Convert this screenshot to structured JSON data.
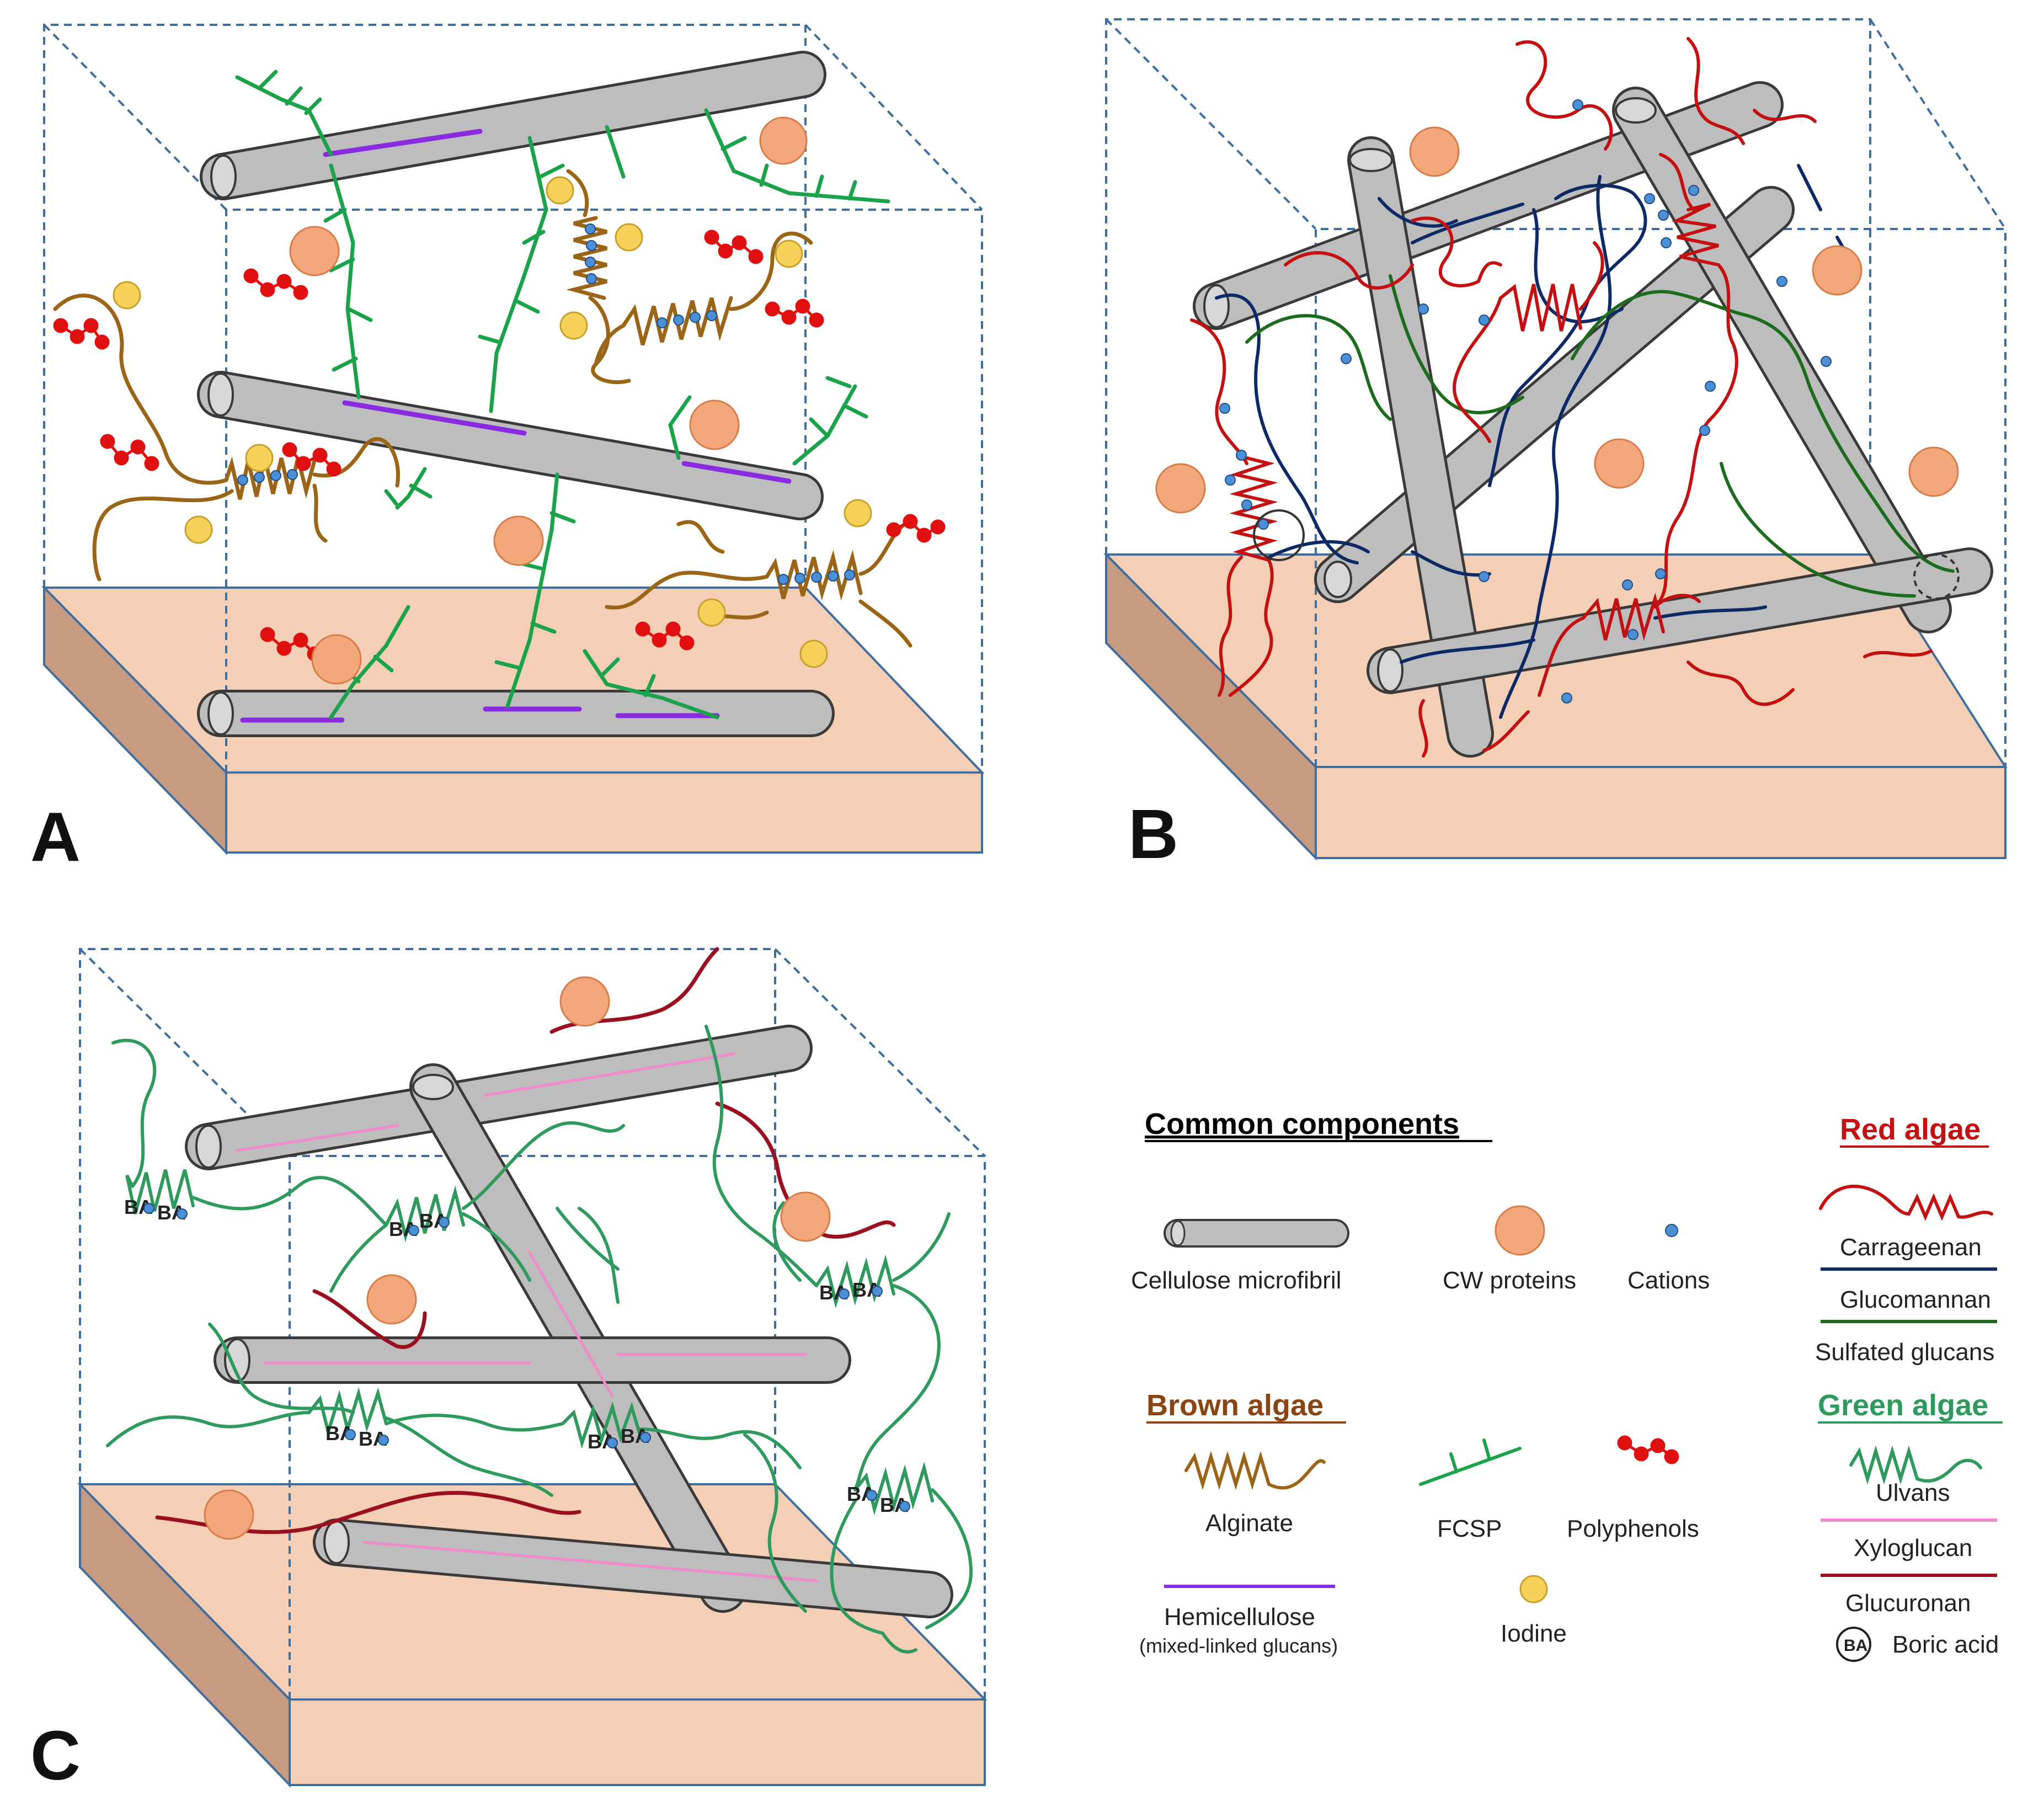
{
  "panels": [
    {
      "letter": "A"
    },
    {
      "letter": "B"
    },
    {
      "letter": "C"
    }
  ],
  "legend": {
    "common": {
      "title": "Common components",
      "cellulose": "Cellulose  microfibril",
      "proteins": "CW proteins",
      "cations": "Cations",
      "fcsp": "FCSP",
      "polyphenols": "Polyphenols",
      "hemicellulose": "Hemicellulose",
      "hemicellulose_note": "(mixed-linked glucans)",
      "iodine": "Iodine"
    },
    "brown": {
      "title": "Brown  algae",
      "alginate": "Alginate"
    },
    "red": {
      "title": "Red algae",
      "carrageenan": "Carrageenan",
      "glucomannan": "Glucomannan",
      "sulfated": "Sulfated glucans"
    },
    "green": {
      "title": "Green algae",
      "ulvans": "Ulvans",
      "xyloglucan": "Xyloglucan",
      "glucuronan": "Glucuronan",
      "boric_acid": "Boric acid",
      "ba_symbol": "BA"
    }
  },
  "colors": {
    "cellulose_fill": "#bdbdbd",
    "floor_top": "#f5cfb5",
    "floor_side": "#c79b82",
    "box_line": "#3f6e9e",
    "fcsp": "#1aa34a",
    "hemicellulose": "#8a2be2",
    "alginate": "#9a6516",
    "polyphenol": "#e01010",
    "iodine": "#f7d25a",
    "protein": "#f4a77a",
    "cation": "#4b8fd6",
    "carrageenan": "#c41010",
    "glucomannan": "#0e2a66",
    "sulfated": "#1d6b1d",
    "ulvan": "#2e9a5e",
    "xyloglucan": "#f08ac8",
    "glucuronan": "#9b1020"
  },
  "icons": [
    "cellulose-icon",
    "protein-icon",
    "cation-icon",
    "alginate-icon",
    "fcsp-icon",
    "polyphenol-icon",
    "hemicellulose-icon",
    "iodine-icon",
    "carrageenan-icon",
    "glucomannan-icon",
    "sulfated-glucan-icon",
    "ulvan-icon",
    "xyloglucan-icon",
    "glucuronan-icon",
    "boric-acid-icon"
  ]
}
